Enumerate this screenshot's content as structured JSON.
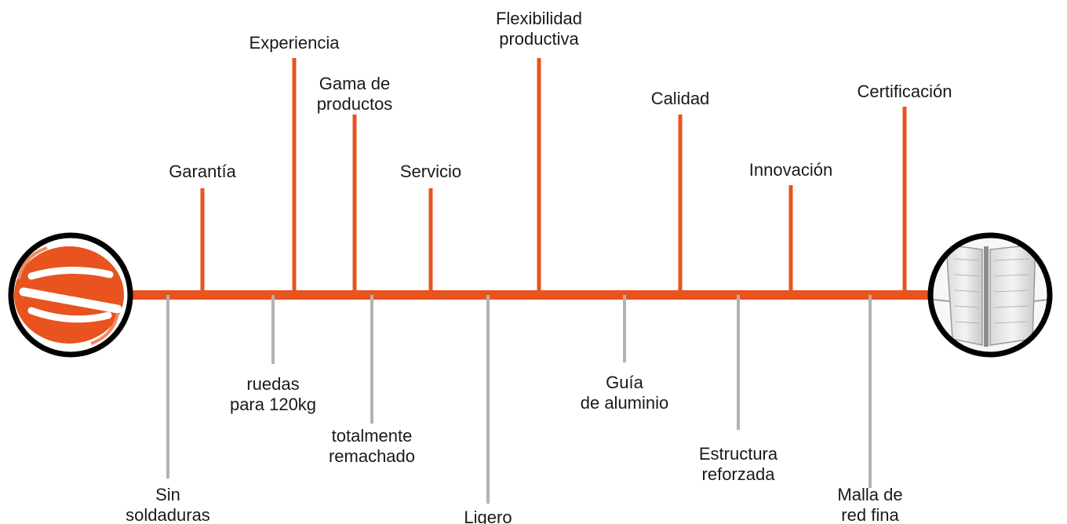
{
  "colors": {
    "spine": "#e8531f",
    "top_branch": "#e8531f",
    "bottom_branch": "#b2b2b2",
    "text": "#1a1a1a",
    "circle_border": "#000000"
  },
  "left_badge": {
    "icon": "brand-logo-s-icon"
  },
  "right_badge": {
    "icon": "trolley-photo-icon"
  },
  "top_items": [
    {
      "lines": [
        "Garantía"
      ]
    },
    {
      "lines": [
        "Experiencia"
      ]
    },
    {
      "lines": [
        "Gama de",
        "productos"
      ]
    },
    {
      "lines": [
        "Servicio"
      ]
    },
    {
      "lines": [
        "Flexibilidad",
        "productiva"
      ]
    },
    {
      "lines": [
        "Calidad"
      ]
    },
    {
      "lines": [
        "Innovación"
      ]
    },
    {
      "lines": [
        "Certificación"
      ]
    }
  ],
  "bottom_items": [
    {
      "lines": [
        "Sin",
        "soldaduras"
      ]
    },
    {
      "lines": [
        "ruedas",
        "para 120kg"
      ]
    },
    {
      "lines": [
        "totalmente",
        "remachado"
      ]
    },
    {
      "lines": [
        "Ligero"
      ]
    },
    {
      "lines": [
        "Guía",
        "de aluminio"
      ]
    },
    {
      "lines": [
        "Estructura",
        "reforzada"
      ]
    },
    {
      "lines": [
        "Malla de",
        "red fina"
      ]
    }
  ]
}
